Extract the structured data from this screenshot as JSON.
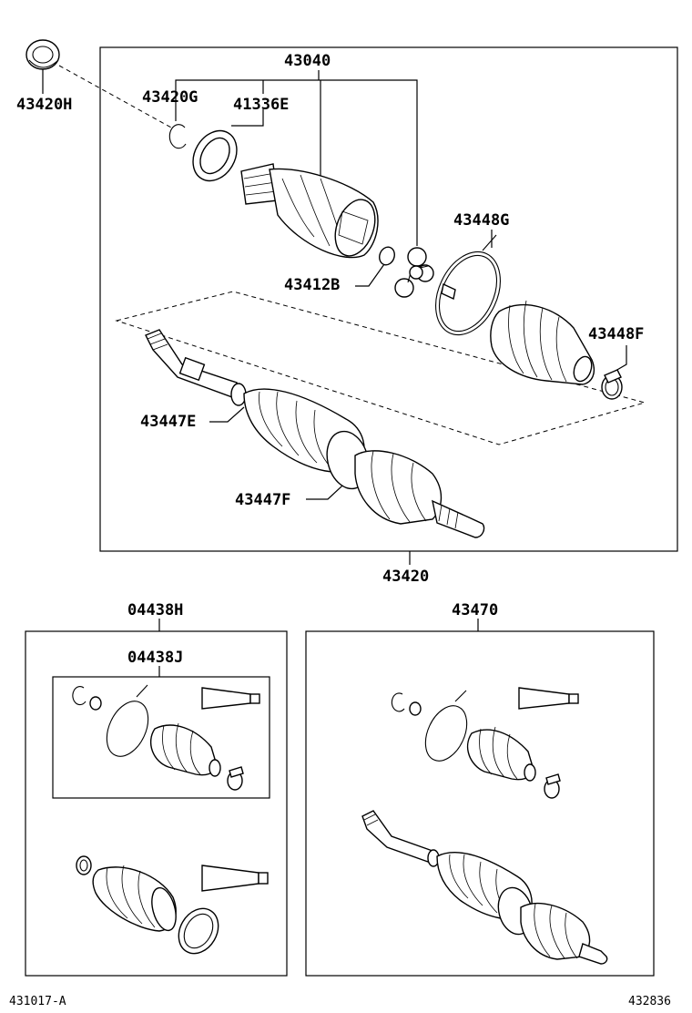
{
  "labels": {
    "seal_43420H": "43420H",
    "assembly_43040": "43040",
    "snap_ring_43420G": "43420G",
    "ring_41336E": "41336E",
    "band_43448G": "43448G",
    "ring_43412B": "43412B",
    "clamp_43448F": "43448F",
    "boot_clamp_43447E": "43447E",
    "boot_clamp_43447F": "43447F",
    "shaft_assy_43420": "43420",
    "kit_04438H": "04438H",
    "kit_04438J": "04438J",
    "kit_43470": "43470"
  },
  "footer": {
    "left_code": "431017-A",
    "right_code": "432836"
  }
}
